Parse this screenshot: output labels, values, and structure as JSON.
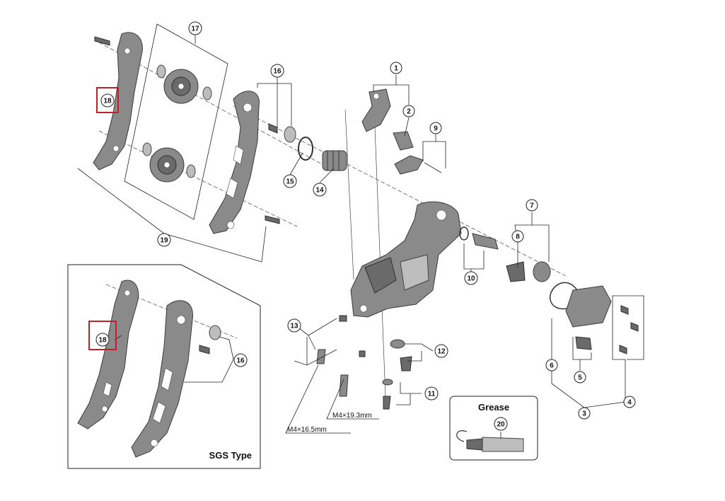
{
  "callouts": [
    {
      "id": "c1",
      "label": "1"
    },
    {
      "id": "c2",
      "label": "2"
    },
    {
      "id": "c3",
      "label": "3"
    },
    {
      "id": "c4",
      "label": "4"
    },
    {
      "id": "c5",
      "label": "5"
    },
    {
      "id": "c6",
      "label": "6"
    },
    {
      "id": "c7",
      "label": "7"
    },
    {
      "id": "c8",
      "label": "8"
    },
    {
      "id": "c9",
      "label": "9"
    },
    {
      "id": "c10",
      "label": "10"
    },
    {
      "id": "c11",
      "label": "11"
    },
    {
      "id": "c12",
      "label": "12"
    },
    {
      "id": "c13",
      "label": "13"
    },
    {
      "id": "c14",
      "label": "14"
    },
    {
      "id": "c15",
      "label": "15"
    },
    {
      "id": "c16a",
      "label": "16"
    },
    {
      "id": "c16b",
      "label": "16"
    },
    {
      "id": "c17",
      "label": "17"
    },
    {
      "id": "c18a",
      "label": "18"
    },
    {
      "id": "c18b",
      "label": "18"
    },
    {
      "id": "c19",
      "label": "19"
    },
    {
      "id": "c20",
      "label": "20"
    }
  ],
  "inset": {
    "title": "SGS Type"
  },
  "grease": {
    "title": "Grease"
  },
  "dimensions": {
    "bolt_long": "M4×19.3mm",
    "bolt_short": "M4×16.5mm"
  },
  "colors": {
    "highlight_box": "#c0202a",
    "part_fill": "#8a8a8a",
    "outline": "#222222"
  }
}
